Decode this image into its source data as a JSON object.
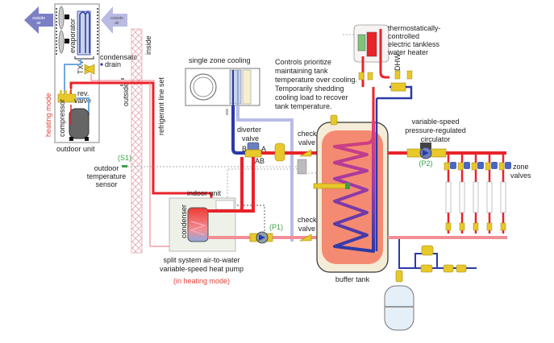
{
  "colors": {
    "hot": "#e8232a",
    "warm": "#f28e96",
    "cold": "#2b3aa8",
    "cool_light": "#b7bde6",
    "refrigerant_liquid": "#6fa8dc",
    "brass": "#e8c82a",
    "tank_fill": "#f58a72",
    "tank_shell": "#f4ecd6",
    "air_arrow": "#7b7fc4",
    "air_arrow_light": "#b9bbe3",
    "wall_hatch": "#e3a6b0",
    "text": "#222222",
    "text_red": "#e0413a",
    "text_green": "#3aa04a"
  },
  "outdoor": {
    "arrow_left_label": [
      "outside",
      "air"
    ],
    "arrow_right_label": [
      "outside",
      "air"
    ],
    "evaporator_label": "evaporator",
    "txv_label": "TXV",
    "condensate_label": [
      "condensate",
      "drain"
    ],
    "rev_valve_label": [
      "rev.",
      "valve"
    ],
    "compressor_label": "compressor",
    "unit_label": "outdoor unit",
    "mode_label": "heating mode"
  },
  "wall": {
    "inside_label": "inside",
    "outside_label": "outside",
    "line_set_label": "refrigerant line set"
  },
  "sensor": {
    "tag": "(S1)",
    "label": [
      "outdoor",
      "temperature",
      "sensor"
    ]
  },
  "indoor": {
    "unit_label": "indoor unit",
    "condenser_label": "condenser",
    "caption": [
      "split system air-to-water",
      "variable-speed heat pump"
    ],
    "mode_caption": "(in heating mode)"
  },
  "cooling": {
    "label": "single zone cooling",
    "note": [
      "Controls prioritize",
      "maintaining tank",
      "temperature over cooling.",
      "Temporarily shedding",
      "cooling load to recover",
      "tank temperature."
    ]
  },
  "diverter": {
    "label": [
      "diverter",
      "valve"
    ],
    "port_a": "A",
    "port_b": "B",
    "port_ab": "AB"
  },
  "check_valve_upper": [
    "check",
    "valve"
  ],
  "check_valve_lower": [
    "check",
    "valve"
  ],
  "pump_p1": "(P1)",
  "buffer_tank": {
    "label": "buffer tank"
  },
  "tankless": {
    "label": [
      "thermostatically-",
      "controlled",
      "electric tankless",
      "water heater"
    ],
    "dhw_label": "DHW"
  },
  "circulator": {
    "label": [
      "variable-speed",
      "pressure-regulated",
      "circulator"
    ],
    "tag": "(P2)"
  },
  "zones": {
    "label": [
      "zone",
      "valves"
    ],
    "count": 5
  }
}
